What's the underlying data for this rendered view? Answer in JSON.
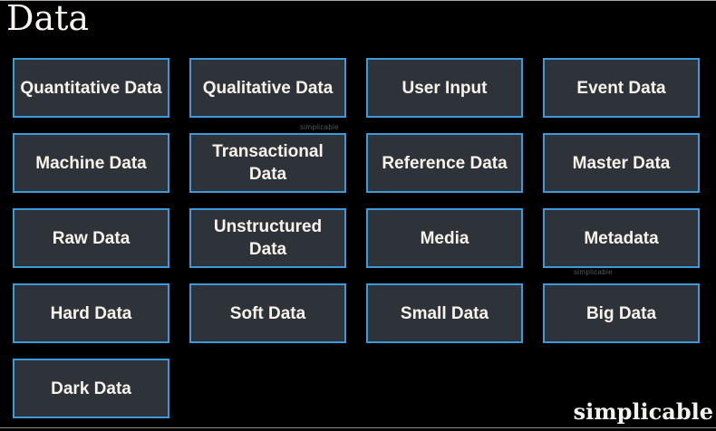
{
  "page": {
    "title": "Data",
    "watermark": "simplicable",
    "brand": "simplicable"
  },
  "colors": {
    "background": "#000000",
    "box_fill": "#2e333a",
    "box_border": "#3b9ad9",
    "box_text": "#f8f3eb",
    "title_text": "#faf6ef",
    "watermark_text": "#54585e",
    "brand_text": "#f5f3ef"
  },
  "grid": {
    "rows": [
      [
        "Quantitative Data",
        "Qualitative Data",
        "User Input",
        "Event Data"
      ],
      [
        "Machine Data",
        "Transactional Data",
        "Reference Data",
        "Master Data"
      ],
      [
        "Raw Data",
        "Unstructured Data",
        "Media",
        "Metadata"
      ],
      [
        "Hard Data",
        "Soft Data",
        "Small Data",
        "Big Data"
      ],
      [
        "Dark Data"
      ]
    ]
  }
}
